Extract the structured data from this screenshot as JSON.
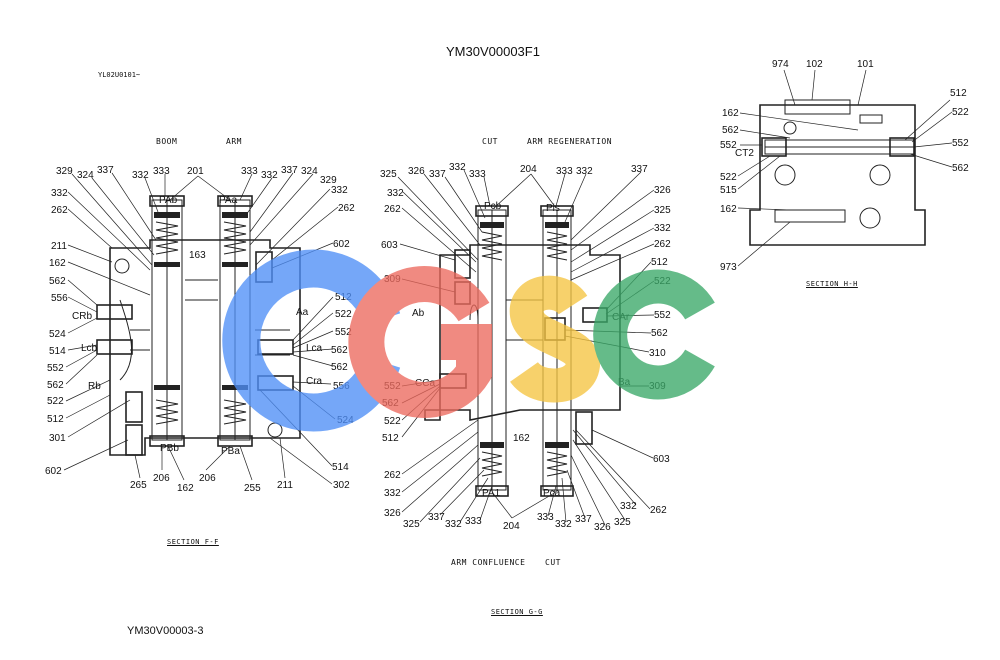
{
  "header": {
    "drawing_id": "YM30V00003F1",
    "ref_code": "YL02U0101~"
  },
  "footer": {
    "drawing_number": "YM30V00003-3"
  },
  "section_ff": {
    "heading_left": "BOOM",
    "heading_right": "ARM",
    "caption": "SECTION  F-F",
    "ports": [
      "PAb",
      "PAa",
      "CRb",
      "Lcb",
      "Rb",
      "PBb",
      "PBa",
      "Aa",
      "Lca",
      "Cra"
    ],
    "callouts": [
      "329",
      "324",
      "337",
      "332",
      "333",
      "201",
      "333",
      "332",
      "337",
      "324",
      "329",
      "332",
      "262",
      "602",
      "262",
      "211",
      "163",
      "162",
      "562",
      "556",
      "524",
      "514",
      "552",
      "562",
      "522",
      "512",
      "301",
      "602",
      "265",
      "206",
      "162",
      "206",
      "255",
      "211",
      "302",
      "514",
      "524",
      "556",
      "562",
      "552",
      "562",
      "522",
      "512"
    ]
  },
  "section_gg": {
    "heading_left": "CUT",
    "heading_right": "ARM REGENERATION",
    "heading_bottom_left": "ARM CONFLUENCE",
    "heading_bottom_right": "CUT",
    "caption": "SECTION  G-G",
    "ports": [
      "Pcb",
      "Pis",
      "Ab",
      "CAr",
      "CCa",
      "Ba",
      "PA1",
      "Pca"
    ],
    "callouts": [
      "325",
      "326",
      "337",
      "332",
      "333",
      "204",
      "333",
      "332",
      "337",
      "326",
      "325",
      "332",
      "262",
      "603",
      "309",
      "512",
      "522",
      "552",
      "562",
      "310",
      "309",
      "552",
      "562",
      "522",
      "512",
      "162",
      "603",
      "262",
      "332",
      "326",
      "325",
      "337",
      "332",
      "333",
      "204",
      "333",
      "332",
      "337",
      "326",
      "325",
      "332",
      "262"
    ]
  },
  "section_hh": {
    "caption": "SECTION  H-H",
    "ports": [
      "CT2"
    ],
    "callouts": [
      "974",
      "102",
      "101",
      "162",
      "562",
      "552",
      "522",
      "515",
      "162",
      "973",
      "512",
      "522",
      "552",
      "562"
    ]
  },
  "watermark": {
    "letters": [
      "C",
      "G",
      "S",
      "C"
    ],
    "colors": [
      "#4f8ff7",
      "#ec6a5e",
      "#f5c542",
      "#3aa868"
    ]
  }
}
